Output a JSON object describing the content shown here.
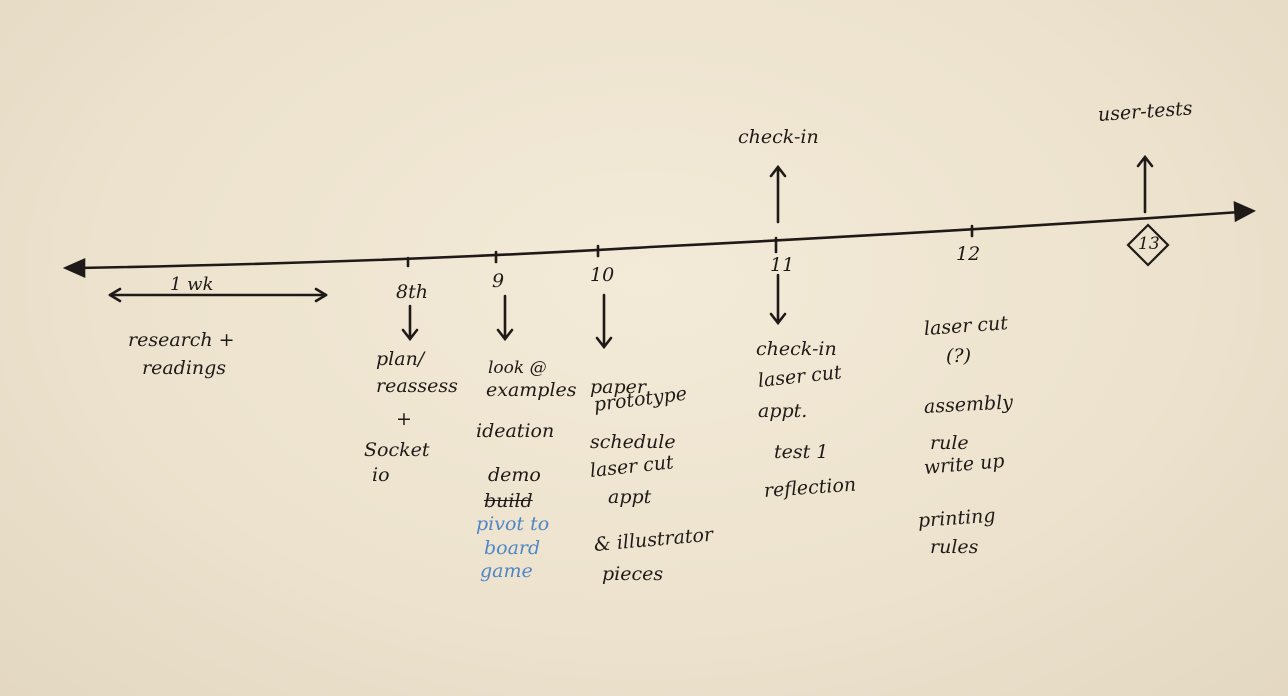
{
  "timeline": {
    "span_label": "1 wk",
    "span_note_line1": "research +",
    "span_note_line2": "readings",
    "milestones": [
      {
        "day": "8th",
        "lines": [
          "plan/",
          "reassess",
          "+",
          "Socket",
          "io"
        ]
      },
      {
        "day": "9",
        "lines": [
          "look @",
          "examples",
          "ideation",
          "demo",
          "build"
        ],
        "blue_lines": [
          "pivot to",
          "board",
          "game"
        ]
      },
      {
        "day": "10",
        "lines": [
          "paper",
          "prototype",
          "schedule",
          "laser cut",
          "appt",
          "& illustrator",
          "pieces"
        ]
      },
      {
        "day": "11",
        "above": "check-in",
        "lines": [
          "check-in",
          "laser cut",
          "appt.",
          "test 1",
          "reflection"
        ]
      },
      {
        "day": "12",
        "lines": [
          "laser cut",
          "(?)",
          "assembly",
          "rule",
          "write up",
          "printing",
          "rules"
        ]
      },
      {
        "day": "13",
        "above": "user-tests"
      }
    ]
  },
  "colors": {
    "ink": "#1f1a17",
    "blue_ink": "#4f86c6",
    "paper": "#efe6d3"
  }
}
